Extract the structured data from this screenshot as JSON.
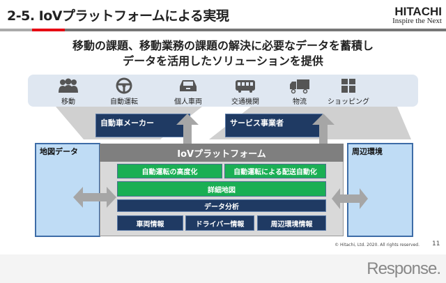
{
  "header": {
    "title": "2-5. IoVプラットフォームによる実現",
    "brand": "HITACHI",
    "tagline": "Inspire the Next"
  },
  "headline": [
    "移動の課題、移動業務の課題の解決に必要なデータを蓄積し",
    "データを活用したソリューションを提供"
  ],
  "services": [
    {
      "label": "移動",
      "icon": "people-icon"
    },
    {
      "label": "自動運転",
      "icon": "steering-wheel-icon"
    },
    {
      "label": "個人車両",
      "icon": "car-icon"
    },
    {
      "label": "交通機関",
      "icon": "bus-icon"
    },
    {
      "label": "物流",
      "icon": "truck-icon"
    },
    {
      "label": "ショッピング",
      "icon": "gift-icon"
    }
  ],
  "providers": {
    "left": "自動車メーカー",
    "right": "サービス事業者"
  },
  "side": {
    "left": "地図データ",
    "right": "周辺環境"
  },
  "platform": {
    "title": "IoVプラットフォーム",
    "row1": [
      "自動運転の高度化",
      "自動運転による配送自動化"
    ],
    "row2": "詳細地図",
    "row3": "データ分析",
    "row4": [
      "車両情報",
      "ドライバー情報",
      "周辺環境情報"
    ]
  },
  "footer": {
    "copyright": "© Hitachi, Ltd. 2020. All rights reserved.",
    "page": "11",
    "watermark": "Response."
  },
  "colors": {
    "navy": "#1f3a63",
    "green": "#1aaf54",
    "accent": "#e60012"
  }
}
